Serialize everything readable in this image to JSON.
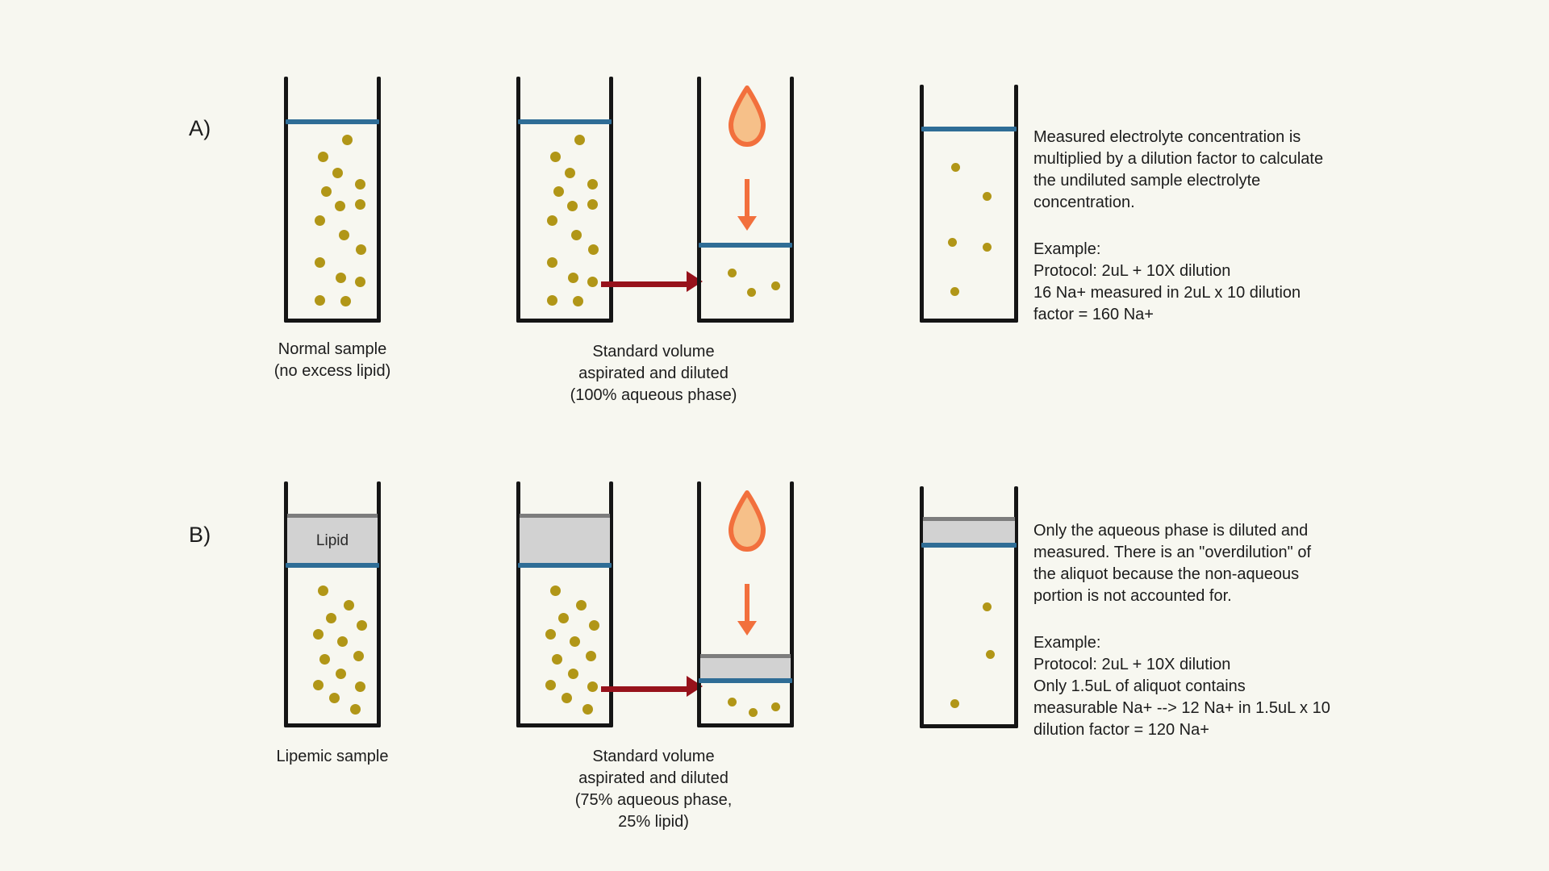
{
  "figure": {
    "background_color": "#f7f7f0",
    "dot_color": "#b19617",
    "fluid_line_color": "#2f6d96",
    "lipid_fill_color": "#d2d2d2",
    "lipid_border_color": "#7d7d7d",
    "aspiration_arrow_color": "#97121b",
    "diluent_arrow_color": "#f2703d",
    "tube_wall_color": "#151515"
  },
  "panels": [
    {
      "id": "A",
      "letter": "A)",
      "tubes": [
        {
          "name": "normal-sample-tube",
          "lipid": false
        },
        {
          "name": "normal-aspiration-tube",
          "lipid": false
        },
        {
          "name": "normal-diluted-tube",
          "lipid": false
        },
        {
          "name": "normal-result-tube",
          "lipid": false
        }
      ],
      "captions": [
        {
          "name": "caption-normal-sample",
          "text": "Normal sample\n(no excess lipid)"
        },
        {
          "name": "caption-normal-aspirated",
          "text": "Standard volume\naspirated and diluted\n(100% aqueous phase)"
        }
      ],
      "explanation": {
        "body": "Measured electrolyte concentration is\nmultiplied by a dilution factor to calculate\nthe undiluted sample electrolyte\nconcentration.",
        "example_heading": "Example:",
        "example_lines": "Protocol: 2uL + 10X dilution\n16 Na+ measured in 2uL x 10 dilution\nfactor = 160 Na+"
      }
    },
    {
      "id": "B",
      "letter": "B)",
      "tubes": [
        {
          "name": "lipemic-sample-tube",
          "lipid": true,
          "lipid_label": "Lipid"
        },
        {
          "name": "lipemic-aspiration-tube",
          "lipid": true,
          "lipid_label": ""
        },
        {
          "name": "lipemic-diluted-tube",
          "lipid": true,
          "lipid_label": ""
        },
        {
          "name": "lipemic-result-tube",
          "lipid": true,
          "lipid_label": ""
        }
      ],
      "captions": [
        {
          "name": "caption-lipemic-sample",
          "text": "Lipemic sample"
        },
        {
          "name": "caption-lipemic-aspirated",
          "text": "Standard volume\naspirated and diluted\n(75% aqueous phase,\n25% lipid)"
        }
      ],
      "explanation": {
        "body": "Only the aqueous phase is diluted and\nmeasured. There is an \"overdilution\" of\nthe aliquot because the  non-aqueous\nportion is not accounted for.",
        "example_heading": "Example:",
        "example_lines": "Protocol: 2uL + 10X dilution\nOnly 1.5uL of aliquot contains\nmeasurable Na+ --> 12 Na+ in 1.5uL x 10\ndilution factor = 120 Na+"
      }
    }
  ]
}
